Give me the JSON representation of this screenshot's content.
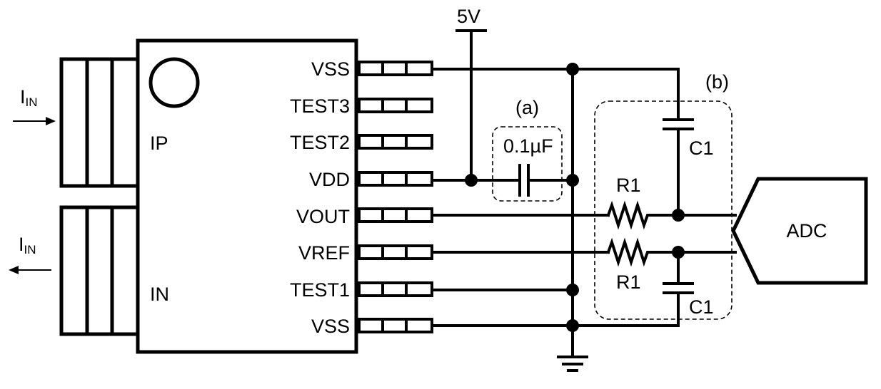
{
  "labels": {
    "current_in_main": "I",
    "current_in_sub": "IN",
    "current_out_main": "I",
    "current_out_sub": "IN",
    "ip": "IP",
    "in": "IN",
    "supply": "5V",
    "note_a": "(a)",
    "note_b": "(b)",
    "cap_value": "0.1µF",
    "r1_top": "R1",
    "r1_bottom": "R1",
    "c1_top": "C1",
    "c1_bottom": "C1",
    "adc": "ADC"
  },
  "pins": [
    "VSS",
    "TEST3",
    "TEST2",
    "VDD",
    "VOUT",
    "VREF",
    "TEST1",
    "VSS"
  ]
}
